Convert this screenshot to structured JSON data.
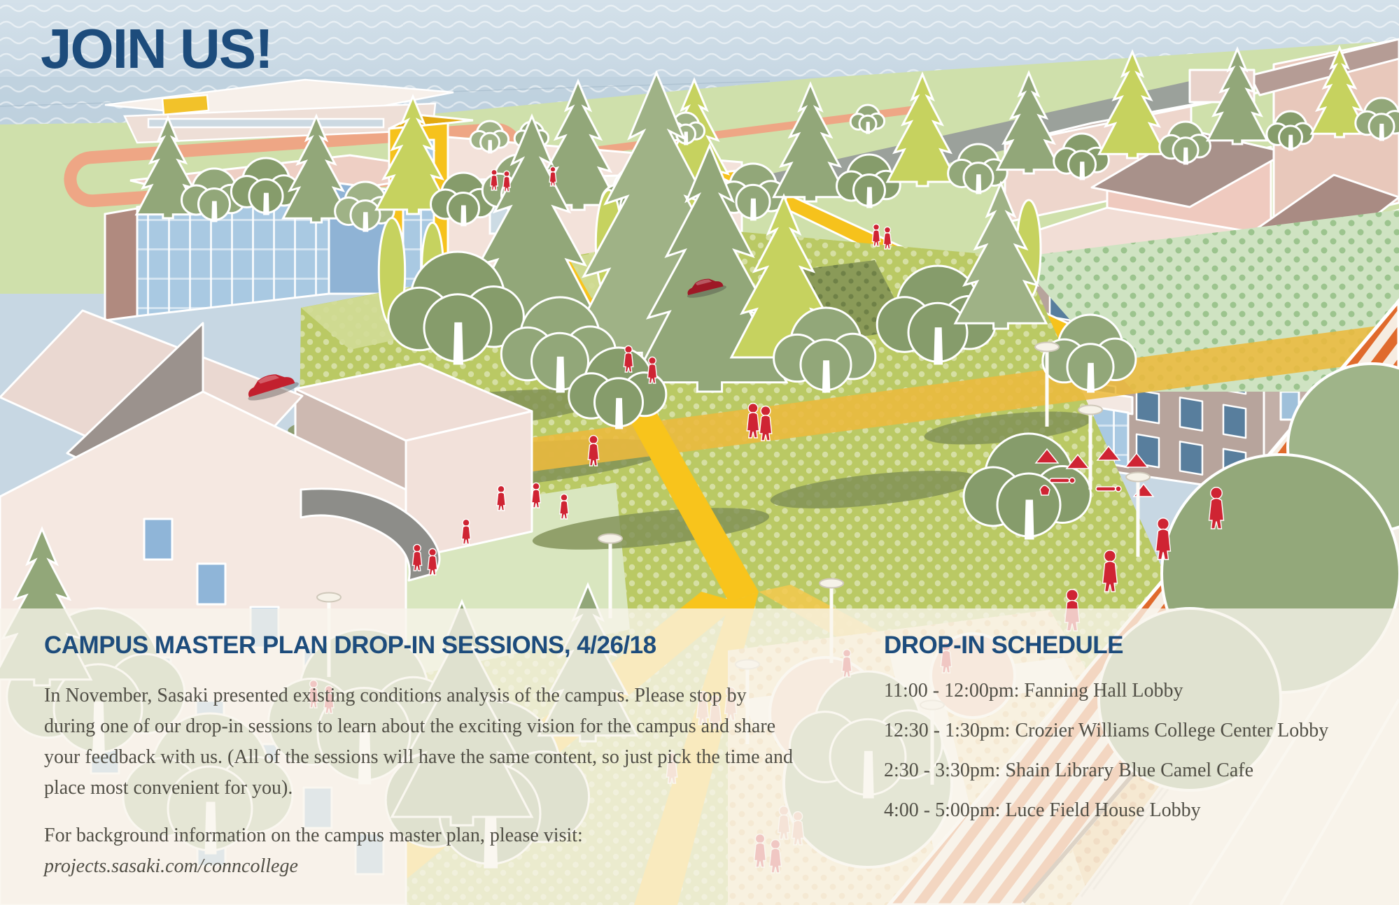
{
  "title": "JOIN US!",
  "info": {
    "heading": "CAMPUS MASTER PLAN DROP-IN SESSIONS, 4/26/18",
    "lines": [
      "In November, Sasaki presented existing conditions analysis of the campus. Please stop by",
      "during one of our drop-in sessions to learn about the exciting vision for the campus and share",
      "your feedback with us. (All of the sessions will have the same content, so just pick the time and",
      "place most convenient for you)."
    ],
    "visit_line": "For background information on the campus master plan, please visit:",
    "url": "projects.sasaki.com/conncollege"
  },
  "schedule": {
    "heading": "DROP-IN SCHEDULE",
    "items": [
      "11:00 - 12:00pm: Fanning Hall Lobby",
      "12:30 - 1:30pm: Crozier Williams College Center Lobby",
      "2:30 - 3:30pm: Shain Library Blue Camel Cafe",
      "4:00 - 5:00pm: Luce Field House Lobby"
    ]
  },
  "colors": {
    "navy": "#1d4c7c",
    "body_text": "#514f46",
    "path_yellow": "#f7c41c",
    "people_red": "#cf2433",
    "stripe_orange": "#e06a2c"
  }
}
